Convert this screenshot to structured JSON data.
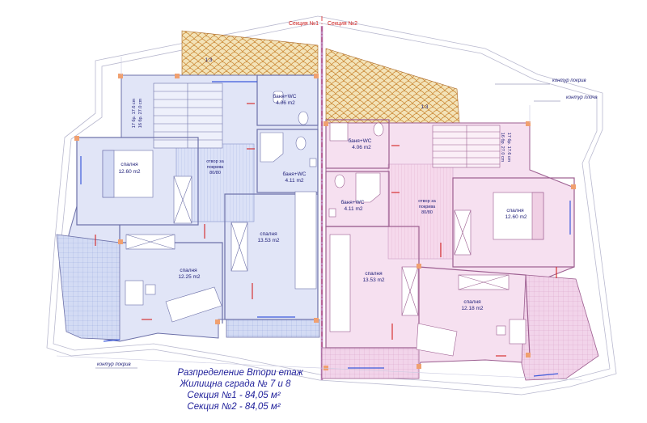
{
  "sections": {
    "s1": "Секция №1",
    "s2": "Секция №2"
  },
  "slope_left": "1:3",
  "slope_right": "1:3",
  "contour_roof_right": "контур покрив",
  "contour_slab": "контур плоча",
  "contour_roof_left": "контур покрив",
  "rooms_left": {
    "bath1_name": "баня+WC",
    "bath1_area": "4.06 m2",
    "bath2_name": "баня+WC",
    "bath2_area": "4.11 m2",
    "bed1_name": "спалня",
    "bed1_area": "12.60 m2",
    "bed2_name": "спалня",
    "bed2_area": "12.25 m2",
    "bed3_name": "спалня",
    "bed3_area": "13.53 m2",
    "opening": [
      "отвор за",
      "покрива",
      "80/80"
    ],
    "stair": [
      "17 бр. 17.6 cm",
      "16 бр. 27.0 cm"
    ]
  },
  "rooms_right": {
    "bath1_name": "баня+WC",
    "bath1_area": "4.06 m2",
    "bath2_name": "баня+WC",
    "bath2_area": "4.11 m2",
    "bed1_name": "спалня",
    "bed1_area": "12.60 m2",
    "bed2_name": "спалня",
    "bed2_area": "13.53 m2",
    "bed3_name": "спалня",
    "bed3_area": "12.18 m2",
    "opening": [
      "отвор за",
      "покрива",
      "80/80"
    ],
    "stair": [
      "17 бр. 17.6 cm",
      "16 бр. 27.0 cm"
    ]
  },
  "caption": {
    "line1": "Разпределение Втори етаж",
    "line2": "Жилищна сграда № 7 и 8",
    "line3": "Секция №1 -  84,05 м²",
    "line4": "Секция №2 -  84,05 м²"
  }
}
